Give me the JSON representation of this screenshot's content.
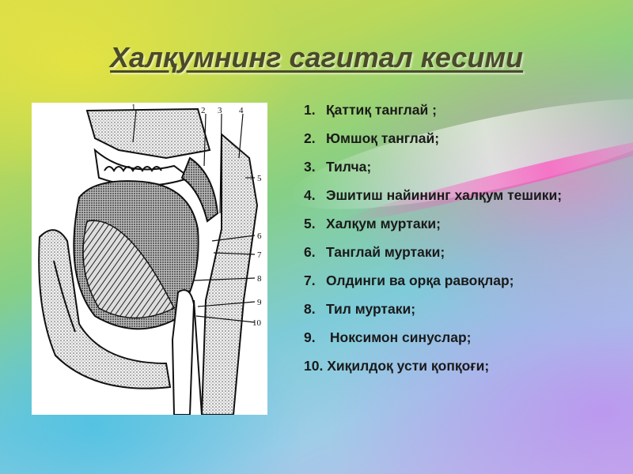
{
  "slide": {
    "title": "Халқумнинг сагитал кесими"
  },
  "figure": {
    "labels": [
      "1",
      "2",
      "3",
      "4",
      "5",
      "6",
      "7",
      "8",
      "9",
      "10"
    ]
  },
  "list": {
    "items": [
      {
        "num": "1.",
        "text": "Қаттиқ танглай ;"
      },
      {
        "num": "2.",
        "text": "Юмшоқ танглай;"
      },
      {
        "num": "3.",
        "text": "Тилча;"
      },
      {
        "num": "4.",
        "text": "Эшитиш найининг халқум тешики;"
      },
      {
        "num": "5.",
        "text": "Халқум муртаки;"
      },
      {
        "num": "6.",
        "text": "Танглай муртаки;"
      },
      {
        "num": "7.",
        "text": "Олдинги ва орқа равоқлар;"
      },
      {
        "num": "8.",
        "text": "Тил муртаки;"
      },
      {
        "num": "9.",
        "text": " Ноксимон синуслар;"
      },
      {
        "num": "10",
        "text": ". Хиқилдоқ усти қопқоғи;"
      }
    ]
  }
}
